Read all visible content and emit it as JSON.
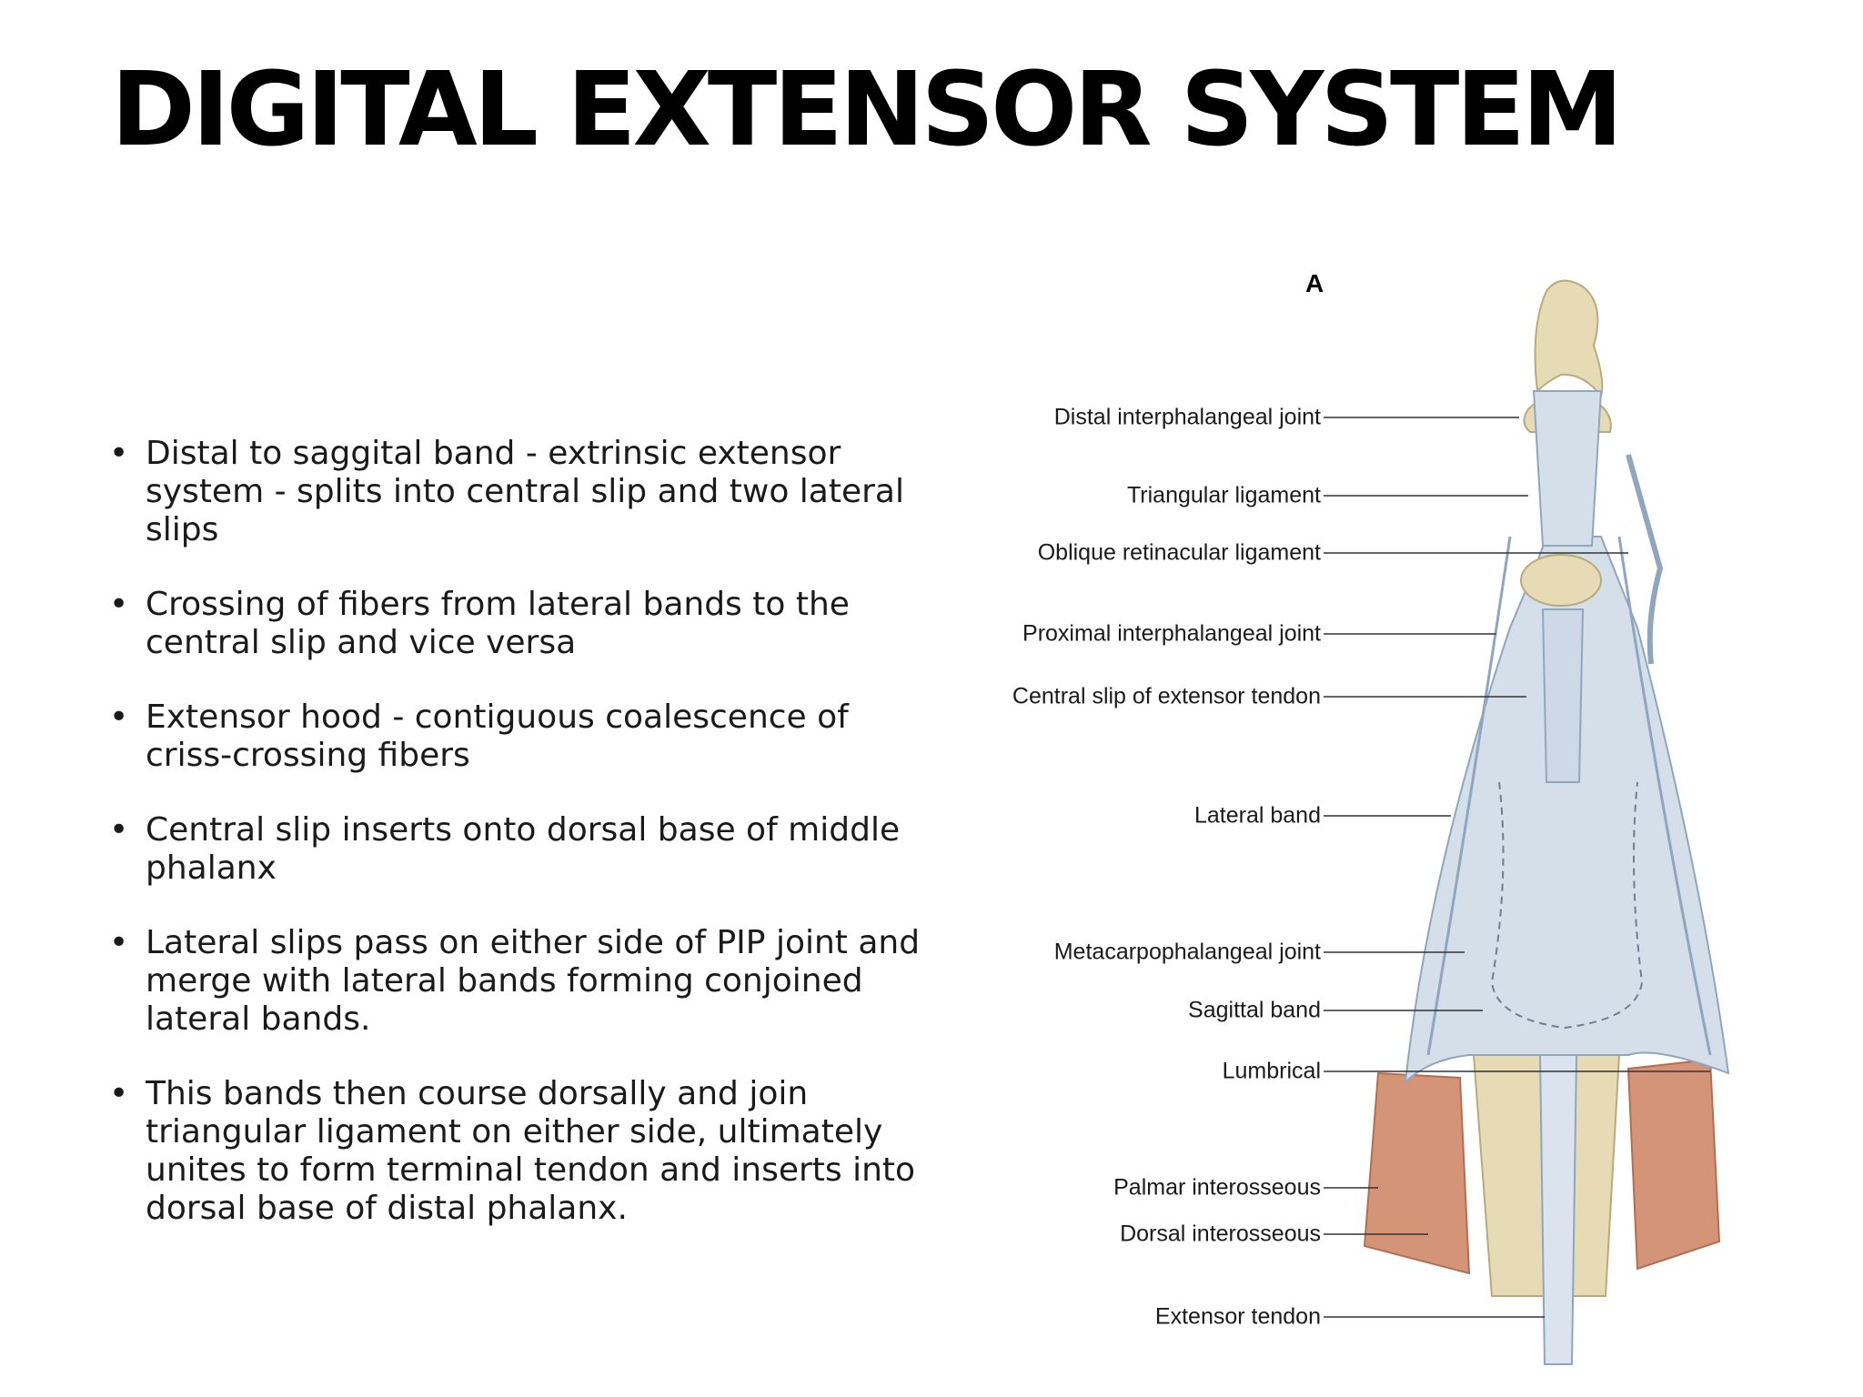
{
  "slide": {
    "title": "DIGITAL EXTENSOR SYSTEM",
    "bullets": [
      "Distal to saggital band - extrinsic extensor system - splits into central slip and two lateral slips",
      "Crossing of fibers from lateral bands to the central slip and vice versa",
      "Extensor hood - contiguous coalescence of criss-crossing fibers",
      "Central slip inserts onto dorsal base of middle phalanx",
      "Lateral slips pass on either side of PIP joint and merge with lateral bands forming conjoined lateral bands.",
      "This bands then course dorsally and join triangular ligament on either side, ultimately unites to form terminal tendon and inserts into dorsal base of distal phalanx."
    ],
    "bullet_symbol": "•"
  },
  "figure": {
    "panel": "A",
    "labels": [
      "Distal interphalangeal joint",
      "Triangular ligament",
      "Oblique retinacular ligament",
      "Proximal interphalangeal joint",
      "Central slip of extensor tendon",
      "Lateral band",
      "Metacarpophalangeal joint",
      "Sagittal band",
      "Lumbrical",
      "Palmar interosseous",
      "Dorsal interosseous",
      "Extensor tendon"
    ],
    "colors": {
      "tendon": "#d4dfea",
      "tendon_edge": "#8fa6bf",
      "bone": "#e6dbb5",
      "muscle": "#d49478"
    }
  }
}
